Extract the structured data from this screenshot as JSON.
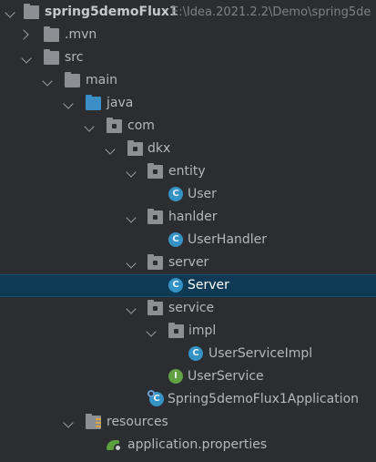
{
  "colors": {
    "background": "#2b2d30",
    "selection": "#0e3a55",
    "folder": "#8c8f94",
    "source_folder": "#3b8fc6",
    "class_icon": "#3592c4",
    "interface_icon": "#62a044",
    "resources_marker": "#d9a53f"
  },
  "project": {
    "name": "spring5demoFlux1",
    "path": "E:\\Idea.2021.2.2\\Demo\\spring5de"
  },
  "nodes": {
    "mvn": ".mvn",
    "src": "src",
    "main": "main",
    "java": "java",
    "com": "com",
    "dkx": "dkx",
    "entity": "entity",
    "user": "User",
    "hanlder": "hanlder",
    "user_handler": "UserHandler",
    "server_pkg": "server",
    "server_class": "Server",
    "service": "service",
    "impl": "impl",
    "user_service_impl": "UserServiceImpl",
    "user_service": "UserService",
    "application": "Spring5demoFlux1Application",
    "resources": "resources",
    "application_properties": "application.properties"
  },
  "icon_glyphs": {
    "class": "C",
    "interface": "I"
  },
  "selected_item": "Server"
}
